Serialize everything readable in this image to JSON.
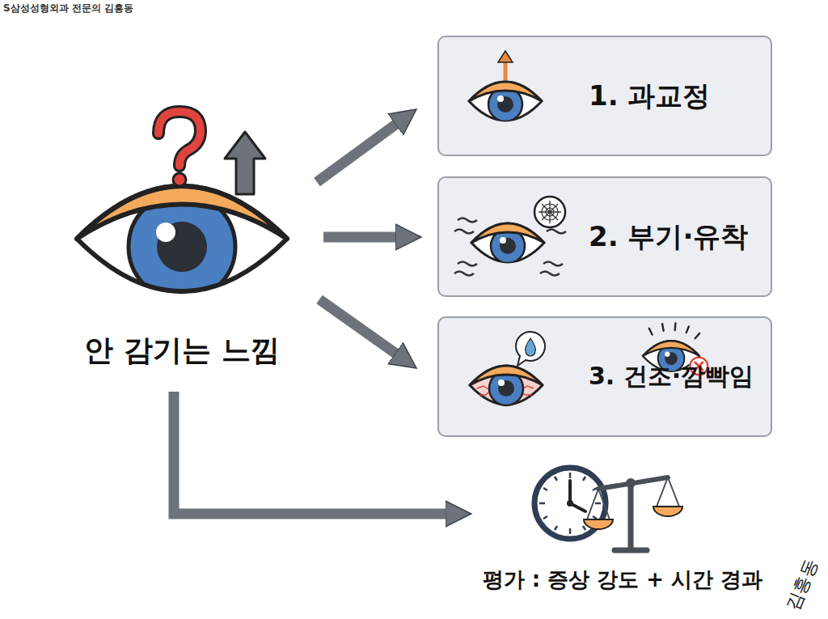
{
  "diagram": {
    "nodes": [
      {
        "text": [
          "안 감기는 느낌"
        ]
      },
      {
        "text": [
          "1. 과교정"
        ]
      },
      {
        "text": [
          "2. 부기·유착"
        ]
      },
      {
        "text": [
          "3. 건조·깜빡임"
        ]
      },
      {
        "text": [
          "평가 : 증상 강도 + 시간 경과"
        ]
      }
    ],
    "edges": [
      {
        "from": 0,
        "to": 1,
        "arrow": "to"
      },
      {
        "from": 0,
        "to": 2,
        "arrow": "to"
      },
      {
        "from": 0,
        "to": 3,
        "arrow": "to"
      },
      {
        "from": 0,
        "to": 4,
        "arrow": "to"
      }
    ],
    "labels": [
      "S삼성성형외과 전문의 김흥동",
      "김흥동"
    ]
  }
}
